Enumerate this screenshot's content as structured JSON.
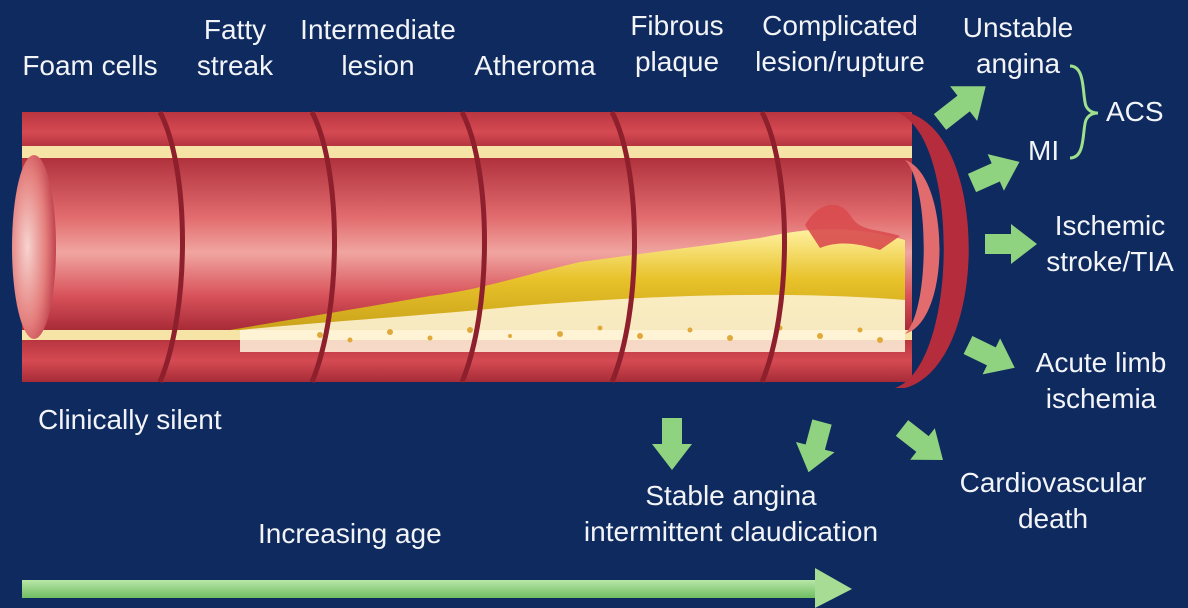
{
  "stages": [
    {
      "line1": "",
      "line2": "Foam cells"
    },
    {
      "line1": "Fatty",
      "line2": "streak"
    },
    {
      "line1": "Intermediate",
      "line2": "lesion"
    },
    {
      "line1": "",
      "line2": "Atheroma"
    },
    {
      "line1": "Fibrous",
      "line2": "plaque"
    },
    {
      "line1": "Complicated",
      "line2": "lesion/rupture"
    }
  ],
  "outcomes": {
    "unstable_angina": {
      "line1": "Unstable",
      "line2": "angina"
    },
    "mi": "MI",
    "acs": "ACS",
    "stroke": {
      "line1": "Ischemic",
      "line2": "stroke/TIA"
    },
    "limb": {
      "line1": "Acute limb",
      "line2": "ischemia"
    },
    "cv_death": {
      "line1": "Cardiovascular",
      "line2": "death"
    }
  },
  "silent_label": "Clinically silent",
  "stable": {
    "line1": "Stable angina",
    "line2": "intermittent claudication"
  },
  "age_label": "Increasing age",
  "colors": {
    "background": "#0f2a5e",
    "vessel": "#c23a45",
    "plaque": "#e8c22a",
    "arrow": "#8fd27f",
    "text": "#f2f4f8"
  }
}
